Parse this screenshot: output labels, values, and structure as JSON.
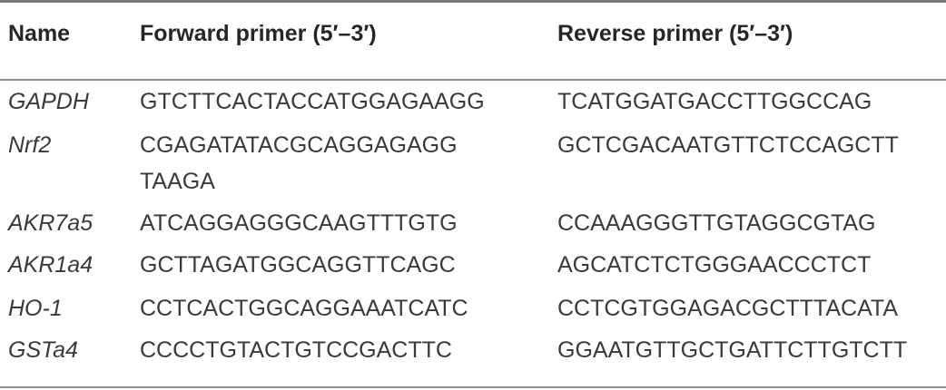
{
  "table": {
    "headers": {
      "name": "Name",
      "forward": "Forward primer (5′–3′)",
      "reverse": "Reverse primer (5′–3′)"
    },
    "rows": [
      {
        "name": "GAPDH",
        "forward": "GTCTTCACTACCATGGAGAAGG",
        "reverse": "TCATGGATGACCTTGGCCAG"
      },
      {
        "name": "Nrf2",
        "forward_line1": "CGAGATATACGCAGGAGAGG",
        "forward_line2": "TAAGA",
        "reverse": "GCTCGACAATGTTCTCCAGCTT"
      },
      {
        "name": "AKR7a5",
        "forward": "ATCAGGAGGGCAAGTTTGTG",
        "reverse": "CCAAAGGGTTGTAGGCGTAG"
      },
      {
        "name": "AKR1a4",
        "forward": "GCTTAGATGGCAGGTTCAGC",
        "reverse": "AGCATCTCTGGGAACCCTCT"
      },
      {
        "name": "HO-1",
        "forward": "CCTCACTGGCAGGAAATCATC",
        "reverse": "CCTCGTGGAGACGCTTTACATA"
      },
      {
        "name": "GSTa4",
        "forward": "CCCCTGTACTGTCCGACTTC",
        "reverse": "GGAATGTTGCTGATTCTTGTCTT"
      }
    ]
  }
}
